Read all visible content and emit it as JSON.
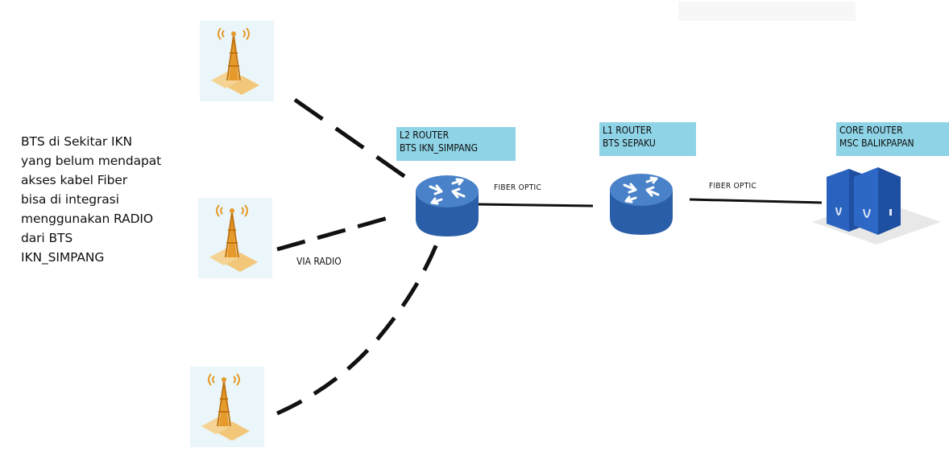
{
  "note": "BTS di Sekitar IKN\nyang belum mendapat\nakses kabel Fiber\nbisa di integrasi\nmenggunakan RADIO\ndari BTS\nIKN_SIMPANG",
  "l2_router": "L2 ROUTER\nBTS IKN_SIMPANG",
  "l1_router": "L1 ROUTER\nBTS SEPAKU",
  "core_router": "CORE ROUTER\nMSC BALIKPAPAN",
  "fiber_label_1": "FIBER OPTIC",
  "fiber_label_2": "FIBER OPTIC",
  "radio_label": "VIA RADIO",
  "colors": {
    "router_blue": "#2f67b4",
    "label_bg": "#8fd3e6",
    "tower_orange": "#e59a2a",
    "tower_ground": "#f2c77a",
    "line": "#111111"
  },
  "icons": [
    "bts-tower-icon",
    "router-icon",
    "core-router-server-icon"
  ]
}
